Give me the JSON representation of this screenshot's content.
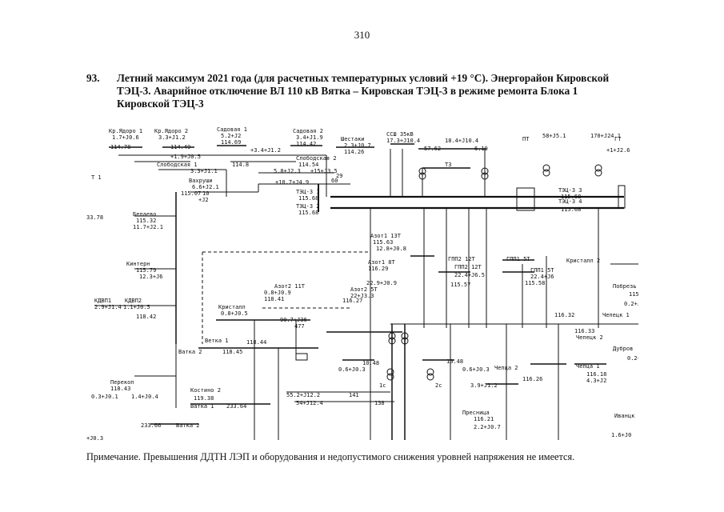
{
  "page": {
    "number": "310",
    "item_number": "93.",
    "title_lines": [
      "Летний максимум 2021 года (для расчетных температурных условий +19 °С). Энергорайон Кировской",
      "ТЭЦ-3. Аварийное отключение ВЛ 110 кВ Вятка – Кировская ТЭЦ-3 в режиме ремонта Блока 1",
      "Кировской ТЭЦ-3"
    ],
    "note": "Примечание. Превышения ДДТН ЛЭП и оборудования и недопустимого снижения уровней напряжения не имеется."
  },
  "diagram": {
    "labels": [
      "Кр.Ядоро 1",
      "1.7+J0.6",
      "Кр.Ядоро 2",
      "3.3+J1.2",
      "114.78",
      "114.49",
      "Садовая 1",
      "5.2+J2",
      "114.69",
      "Садовая 2",
      "3.4+J1.9",
      "114.42",
      "Шестаки",
      "2.3+J0.7",
      "114.26",
      "ССШ 35кВ",
      "17.3+J10.4",
      "57.62",
      "18.4+J10.4",
      "6.19",
      "+1.9+J0.5",
      "+3.4+J1.2",
      "Слободская 1",
      "3.3+J1.1",
      "114.8",
      "Слободская 2",
      "114.54",
      "+15+J3.5",
      "5.8+J2.3",
      "29",
      "Т3",
      "ТЭЦ-3 1",
      "115.68",
      "ТЭЦ-3 2",
      "115.68",
      "60",
      "+10.7+J4.9",
      "Вахруши",
      "6.6+J2.1",
      "115.07",
      "10",
      "+J2",
      "Т 1",
      "33.78",
      "Белаево",
      "115.32",
      "11.7+J2.1",
      "Азот1 13Т",
      "115.63",
      "12.8+J0.8",
      "ГПП2 12Т",
      "ГПП1 5Т",
      "ТЭЦ-3 3",
      "115.68",
      "ТЭЦ-3 4",
      "115.68",
      "ПТ",
      "58+J5.1",
      "ГТ",
      "170+J24.1",
      "+1+J2.6",
      "Кинтерн",
      "115.79",
      "12.3+J6",
      "Азот1 8Т",
      "116.29",
      "22.9+J0.9",
      "ГПП2 12Т",
      "22.4+J6.5",
      "115.57",
      "ГПП1 5Т",
      "22.4+J6",
      "115.58",
      "Кристалл 2",
      "Побрезь",
      "115.4",
      "0.2+J0",
      "Чепецк 1",
      "116.32",
      "КДВП1",
      "КДВП2",
      "2.9+J1.4",
      "1.1+J0.5",
      "118.42",
      "Азот2 11Т",
      "0.8+J0.9",
      "118.41",
      "Азот2 5Т",
      "22+J3.3",
      "116.27",
      "Кристалл",
      "0.8+J0.5",
      "90.7+J36",
      "477",
      "Ветка 1",
      "118.44",
      "Ватка 2",
      "118.45",
      "116.33",
      "Чепецк 2",
      "Дубров",
      "0.2+J0",
      "Перекоп",
      "118.43",
      "0.3+J0.1",
      "1.4+J0.4",
      "Костино 2",
      "119.38",
      "Ватка 1",
      "233.64",
      "10.48",
      "0.6+J0.3",
      "1с",
      "2с",
      "10.48",
      "0.6+J0.3",
      "3.9+J1.2",
      "Чепца 2",
      "116.26",
      "Чепца 1",
      "116.18",
      "4.3+J2",
      "55.2+J12.2",
      "141",
      "54+J12.4",
      "138",
      "Пресница",
      "116.21",
      "2.2+J0.7",
      "233.66",
      "Ватка 2",
      "+J0.3",
      "Иванцк",
      "1.6+J0"
    ]
  }
}
